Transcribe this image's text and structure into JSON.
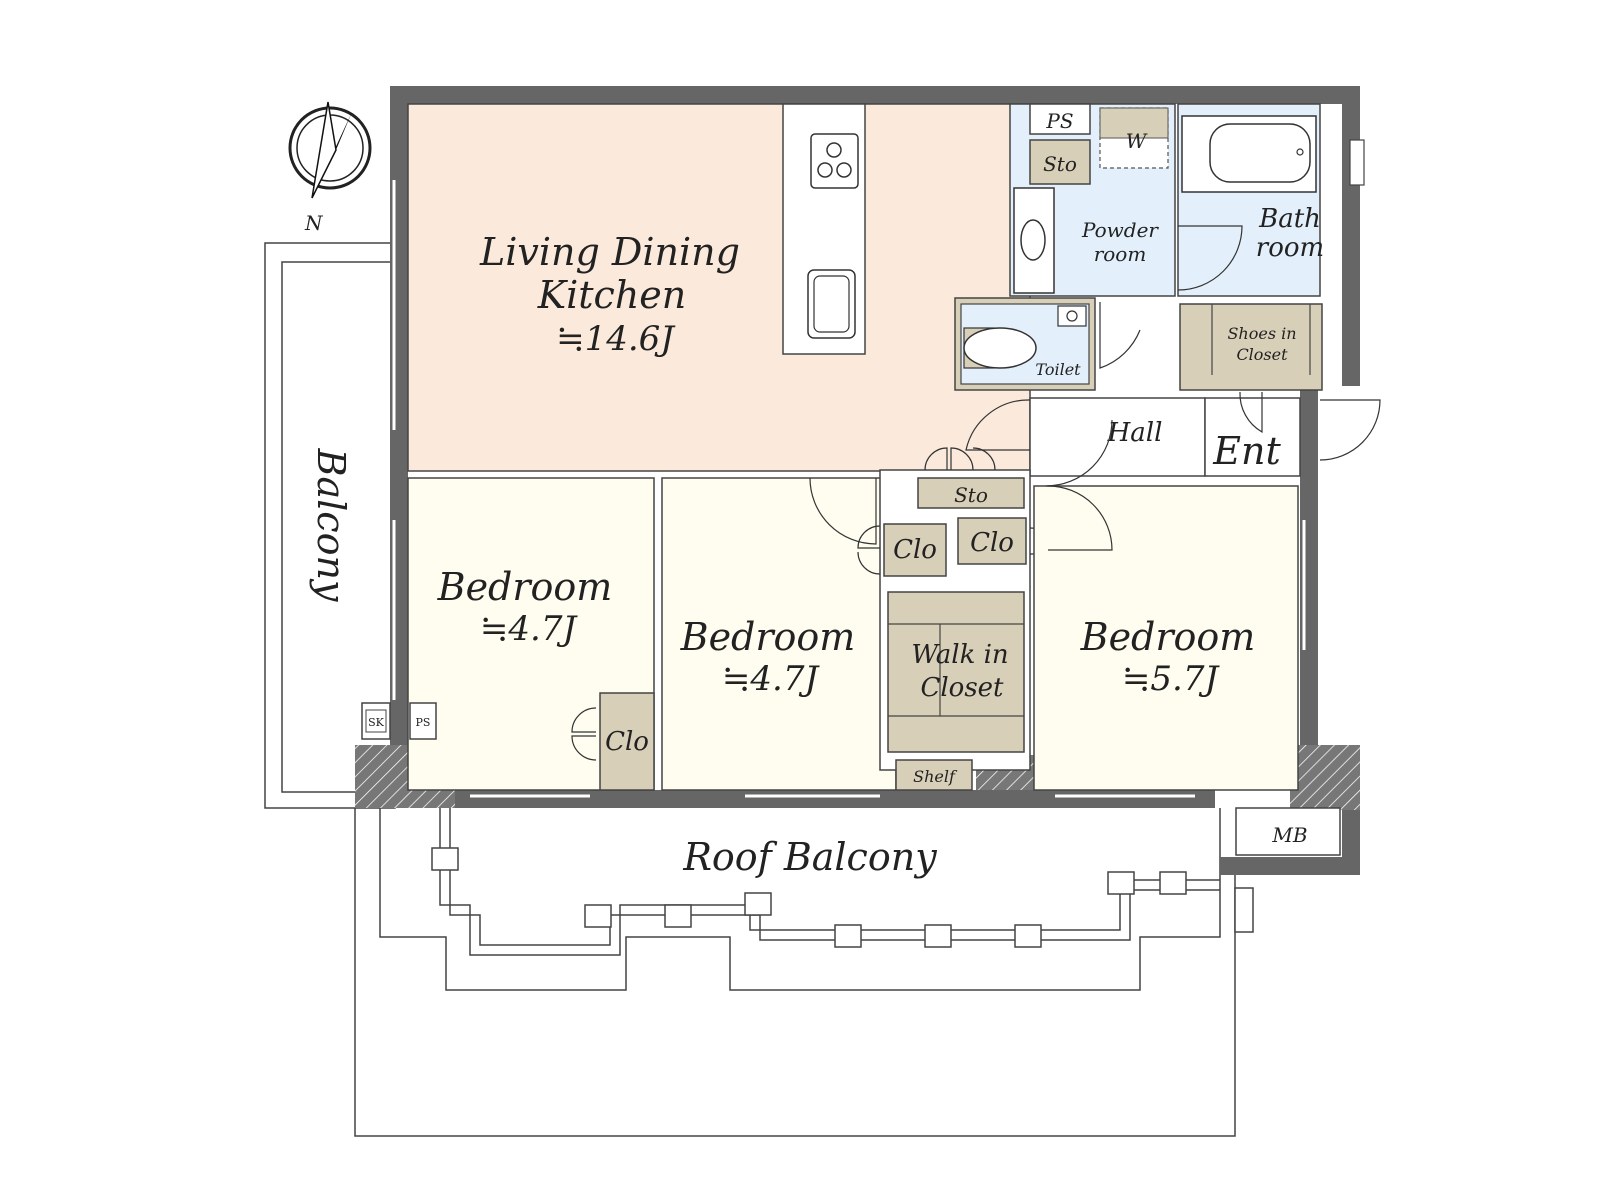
{
  "compass": {
    "north_label": "N"
  },
  "rooms": {
    "ldk": {
      "name_line1": "Living Dining",
      "name_line2": "Kitchen",
      "area": "≒14.6J"
    },
    "bedroom1": {
      "name": "Bedroom",
      "area": "≒4.7J"
    },
    "bedroom2": {
      "name": "Bedroom",
      "area": "≒4.7J"
    },
    "bedroom3": {
      "name": "Bedroom",
      "area": "≒5.7J"
    },
    "powder_room": {
      "line1": "Powder",
      "line2": "room"
    },
    "bath_room": {
      "line1": "Bath",
      "line2": "room"
    },
    "toilet": "Toilet",
    "hall": "Hall",
    "entrance": "Ent",
    "shoes_closet": {
      "line1": "Shoes in",
      "line2": "Closet"
    },
    "walk_in_closet": {
      "line1": "Walk in",
      "line2": "Closet"
    },
    "balcony": "Balcony",
    "roof_balcony": "Roof Balcony"
  },
  "storage": {
    "ps_top": "PS",
    "ps_small": "PS",
    "washer": "W",
    "sto_top": "Sto",
    "sto_hall": "Sto",
    "clo_bed1": "Clo",
    "clo_bed2": "Clo",
    "clo_bed3": "Clo",
    "shelf": "Shelf",
    "sk": "SK",
    "mb": "MB"
  },
  "colors": {
    "ldk": "#fbeadb",
    "bedroom": "#fefdf0",
    "wet_area": "#e3f0fb",
    "storage": "#d8cfb8",
    "wall": "#666666",
    "white": "#ffffff"
  }
}
